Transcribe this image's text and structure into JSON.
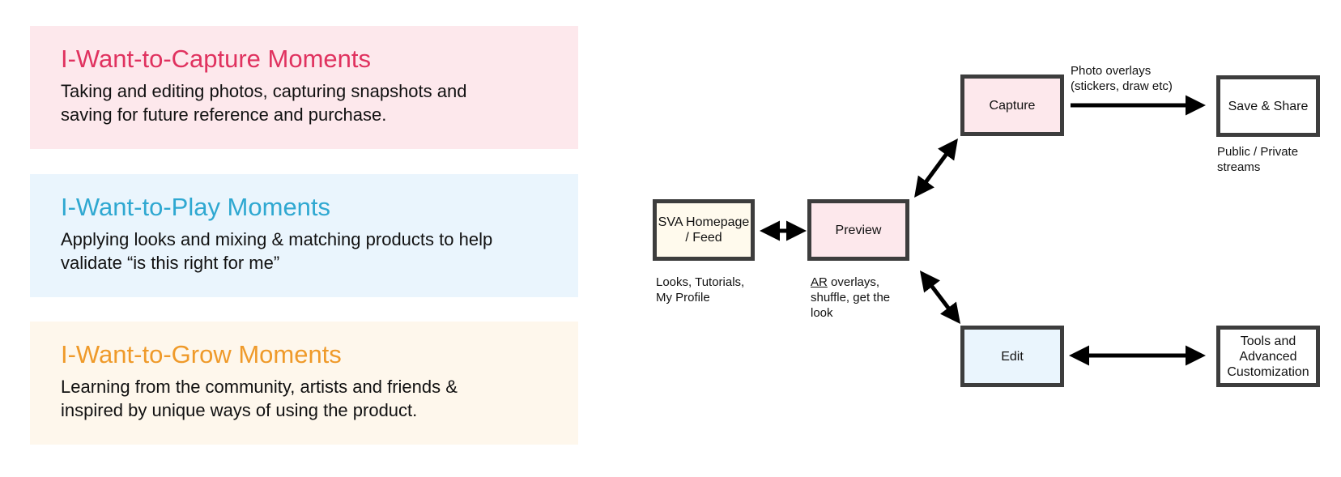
{
  "colors": {
    "capture_title": "#e0325f",
    "capture_bg": "#fde8ec",
    "play_title": "#2fa8d1",
    "play_bg": "#eaf5fd",
    "grow_title": "#ef9a2a",
    "grow_bg": "#fef7ec",
    "node_border": "#3d3d3d",
    "node_home_bg": "#fffaed",
    "node_preview_bg": "#fde8ec",
    "node_capture_bg": "#fde8ec",
    "node_edit_bg": "#eaf5fd",
    "node_white_bg": "#ffffff",
    "arrow": "#000000"
  },
  "moments": {
    "capture": {
      "title": "I-Want-to-Capture Moments",
      "line1": "Taking and editing photos, capturing snapshots and",
      "line2": "saving for future reference and purchase."
    },
    "play": {
      "title": "I-Want-to-Play Moments",
      "line1": "Applying looks and mixing & matching products to help",
      "line2": "validate “is this right for me”"
    },
    "grow": {
      "title": "I-Want-to-Grow Moments",
      "line1": "Learning from the community, artists and friends &",
      "line2": "inspired by unique ways of using the product."
    }
  },
  "flow": {
    "home": {
      "line1": "SVA Homepage",
      "line2": "/ Feed"
    },
    "preview": {
      "label": "Preview"
    },
    "capture": {
      "label": "Capture"
    },
    "edit": {
      "label": "Edit"
    },
    "save_share": {
      "label": "Save & Share"
    },
    "tools": {
      "line1": "Tools and",
      "line2": "Advanced",
      "line3": "Customization"
    },
    "notes": {
      "home_line1": "Looks, Tutorials,",
      "home_line2": "My Profile",
      "preview_ar": "AR",
      "preview_line1_rest": " overlays,",
      "preview_line2": "shuffle, get the",
      "preview_line3": "look",
      "overlay_line1": "Photo overlays",
      "overlay_line2": "(stickers, draw etc)",
      "stream_line1": "Public / Private",
      "stream_line2": "streams"
    }
  }
}
